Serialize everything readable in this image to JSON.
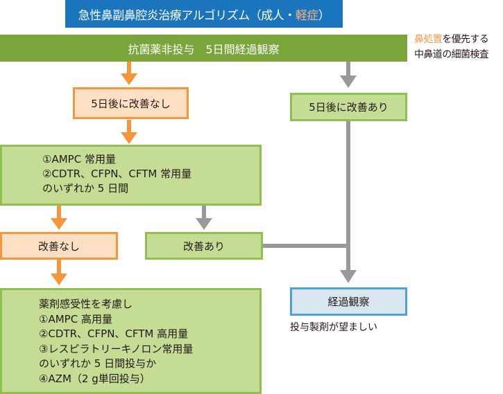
{
  "title": {
    "main": "急性鼻副鼻腔炎治療アルゴリズム（成人・",
    "highlight": "軽症",
    "end": "）"
  },
  "banner": {
    "label": "抗菌薬非投与　5日間経過観察"
  },
  "note": {
    "highlight": "鼻処置",
    "line1_rest": "を優先する",
    "line2": "中鼻道の細菌検査"
  },
  "nodes": {
    "no_improve_5d": "5日後に改善なし",
    "improve_5d": "5日後に改善あり",
    "first_line": [
      "①AMPC 常用量",
      "②CDTR、CFPN、CFTM 常用量",
      "のいずれか 5 日間"
    ],
    "no_improve": "改善なし",
    "improve": "改善あり",
    "second_line": [
      "薬剤感受性を考慮し",
      "①AMPC 高用量",
      "②CDTR、CFPN、CFTM 高用量",
      "③レスピラトリーキノロン常用量",
      "のいずれか 5 日間投与か",
      "④AZM（2 g単回投与）"
    ],
    "observe": "経過観察",
    "observe_note": "投与製剤が望ましい"
  },
  "colors": {
    "title_bg": "#1b75bc",
    "banner_bg": "#7aa53a",
    "orange_arrow": "#f5963a",
    "gray_arrow": "#999999",
    "green_border": "#8dc04f",
    "blue_border": "#4ba3d0"
  }
}
